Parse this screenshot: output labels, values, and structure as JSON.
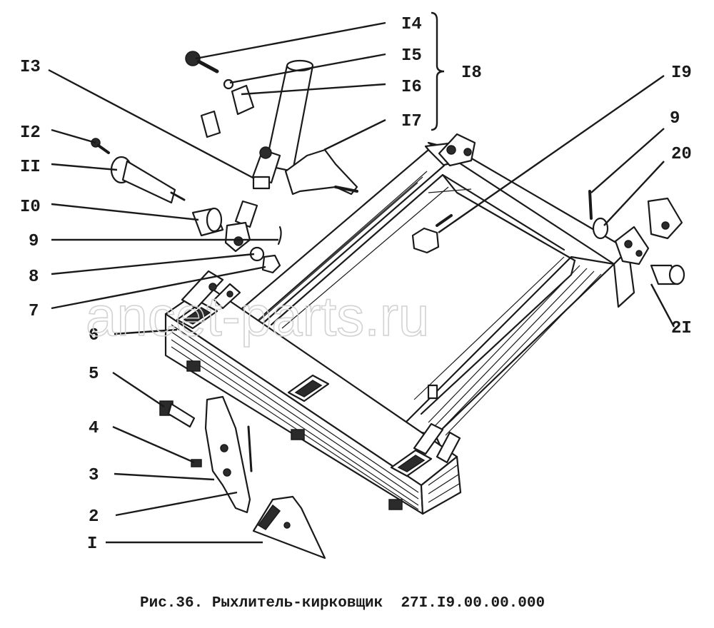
{
  "caption": "Рис.36. Рыхлитель-кирковщик  27I.I9.00.00.000",
  "watermark": "ancet-parts.ru",
  "callouts": {
    "c1": "I",
    "c2": "2",
    "c3": "3",
    "c4": "4",
    "c5": "5",
    "c6": "6",
    "c7": "7",
    "c8": "8",
    "c9a": "9",
    "c10": "I0",
    "c11": "II",
    "c12": "I2",
    "c13": "I3",
    "c14": "I4",
    "c15": "I5",
    "c16": "I6",
    "c17": "I7",
    "c18": "I8",
    "c19": "I9",
    "c9b": "9",
    "c20": "20",
    "c21": "2I"
  }
}
